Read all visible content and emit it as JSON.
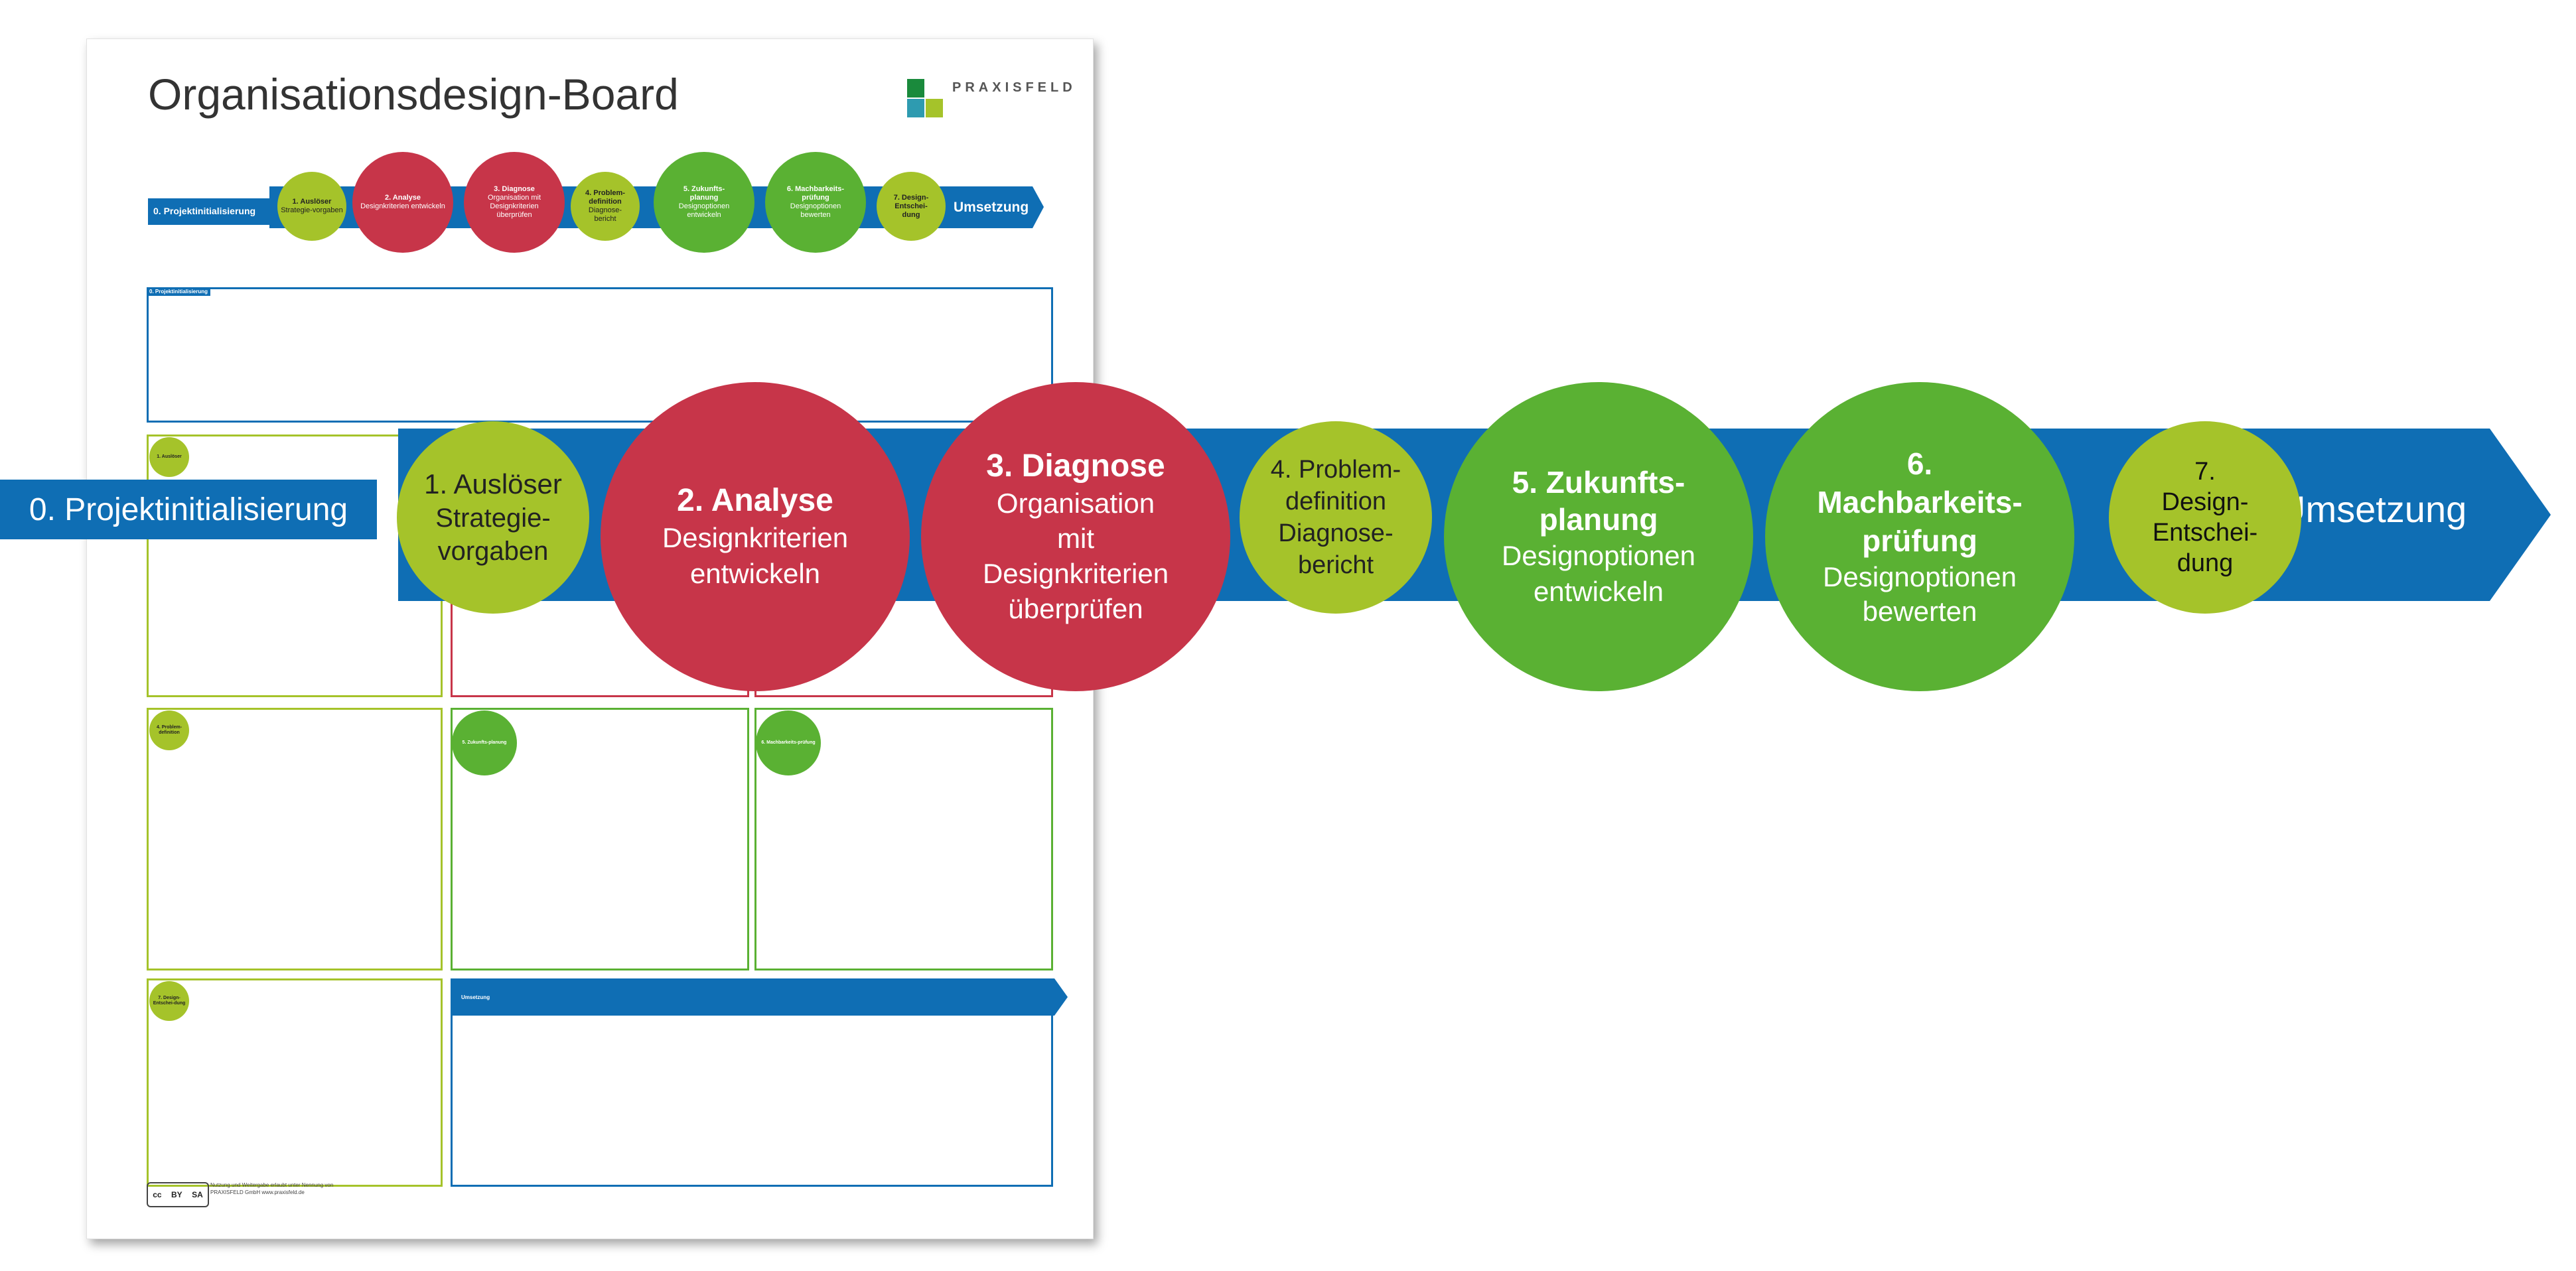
{
  "poster": {
    "title": "Organisationsdesign-Board",
    "brand": "PRAXISFELD",
    "mini_process": {
      "start": "0. Projektinitialisierung",
      "end": "Umsetzung",
      "steps": [
        {
          "title": "1. Auslöser",
          "sub": "Strategie-vorgaben"
        },
        {
          "title": "2. Analyse",
          "sub": "Designkriterien entwickeln"
        },
        {
          "title": "3. Diagnose",
          "sub": "Organisation mit Designkriterien überprüfen"
        },
        {
          "title": "4. Problem-definition",
          "sub": "Diagnose-bericht"
        },
        {
          "title": "5. Zukunfts-planung",
          "sub": "Designoptionen entwickeln"
        },
        {
          "title": "6. Machbarkeits-prüfung",
          "sub": "Designoptionen bewerten"
        },
        {
          "title": "7. Design-Entschei-dung",
          "sub": ""
        }
      ]
    },
    "boxes": {
      "init_tag": "0. Projektinitialisierung",
      "b1": "1. Auslöser",
      "b4": "4. Problem-definition",
      "b5": "5. Zukunfts-planung",
      "b6": "6. Machbarkeits-prüfung",
      "b7": "7. Design-Entschei-dung",
      "umsetzung": "Umsetzung"
    },
    "license": {
      "badge_left": "cc",
      "badge_mid": "BY",
      "badge_right": "SA",
      "text": "Nutzung und Weitergabe erlaubt unter Nennung von PRAXISFELD GmbH www.praxisfeld.de"
    }
  },
  "process": {
    "start": "0. Projektinitialisierung",
    "end": "Umsetzung",
    "steps": [
      {
        "title": "1. Auslöser",
        "sub_lines": [
          "Strategie-",
          "vorgaben"
        ]
      },
      {
        "title": "2. Analyse",
        "sub_lines": [
          "Designkriterien",
          "entwickeln"
        ]
      },
      {
        "title": "3. Diagnose",
        "sub_lines": [
          "Organisation",
          "mit",
          "Designkriterien",
          "überprüfen"
        ]
      },
      {
        "title_lines": [
          "4. Problem-",
          "definition"
        ],
        "sub_lines": [
          "Diagnose-",
          "bericht"
        ]
      },
      {
        "title_lines": [
          "5. Zukunfts-",
          "planung"
        ],
        "sub_lines": [
          "Designoptionen",
          "entwickeln"
        ]
      },
      {
        "title_lines": [
          "6.",
          "Machbarkeits-",
          "prüfung"
        ],
        "sub_lines": [
          "Designoptionen",
          "bewerten"
        ]
      },
      {
        "title_lines": [
          "7.",
          "Design-",
          "Entschei-",
          "dung"
        ]
      }
    ]
  },
  "colors": {
    "blue": "#0f6eb4",
    "lime": "#a5c32a",
    "red": "#c73549",
    "green": "#5ab133"
  }
}
